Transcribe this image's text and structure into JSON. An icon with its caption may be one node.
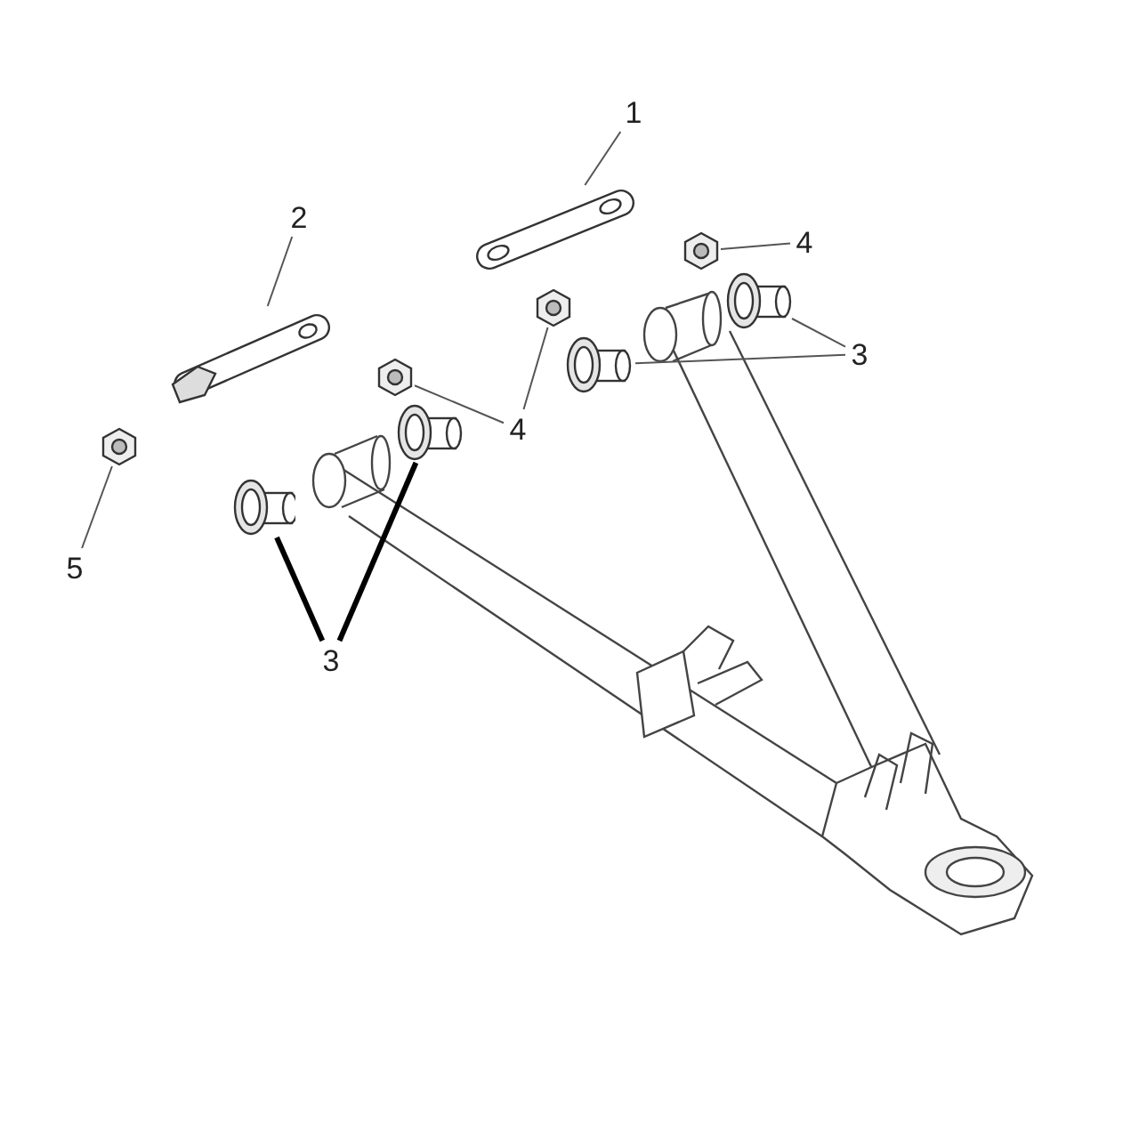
{
  "diagram": {
    "nodes": [
      {
        "text": [
          "1"
        ]
      },
      {
        "text": [],
        "shape": "picture"
      },
      {
        "text": [
          "2"
        ]
      },
      {
        "text": [],
        "shape": "picture"
      },
      {
        "text": [
          "4"
        ]
      },
      {
        "text": [],
        "shape": "picture"
      },
      {
        "text": [],
        "shape": "picture"
      },
      {
        "text": [],
        "shape": "picture"
      },
      {
        "text": [
          "4"
        ]
      },
      {
        "text": [],
        "shape": "picture"
      },
      {
        "text": [],
        "shape": "picture"
      },
      {
        "text": [
          "3"
        ]
      },
      {
        "text": [
          "5"
        ]
      },
      {
        "text": [],
        "shape": "picture"
      },
      {
        "text": [],
        "shape": "picture"
      },
      {
        "text": [],
        "shape": "picture"
      },
      {
        "text": [
          "3"
        ]
      }
    ],
    "edges": [
      {
        "from": 0,
        "to": 1,
        "arrow": "none"
      },
      {
        "from": 2,
        "to": 3,
        "arrow": "none"
      },
      {
        "from": 4,
        "to": 5,
        "arrow": "none"
      },
      {
        "from": 8,
        "to": 6,
        "arrow": "none"
      },
      {
        "from": 8,
        "to": 7,
        "arrow": "none"
      },
      {
        "from": 11,
        "to": 9,
        "arrow": "none"
      },
      {
        "from": 11,
        "to": 10,
        "arrow": "none"
      },
      {
        "from": 12,
        "to": 13,
        "arrow": "none"
      },
      {
        "from": 16,
        "to": 14,
        "arrow": "none",
        "style": "thick"
      },
      {
        "from": 16,
        "to": 15,
        "arrow": "none",
        "style": "thick"
      }
    ]
  }
}
